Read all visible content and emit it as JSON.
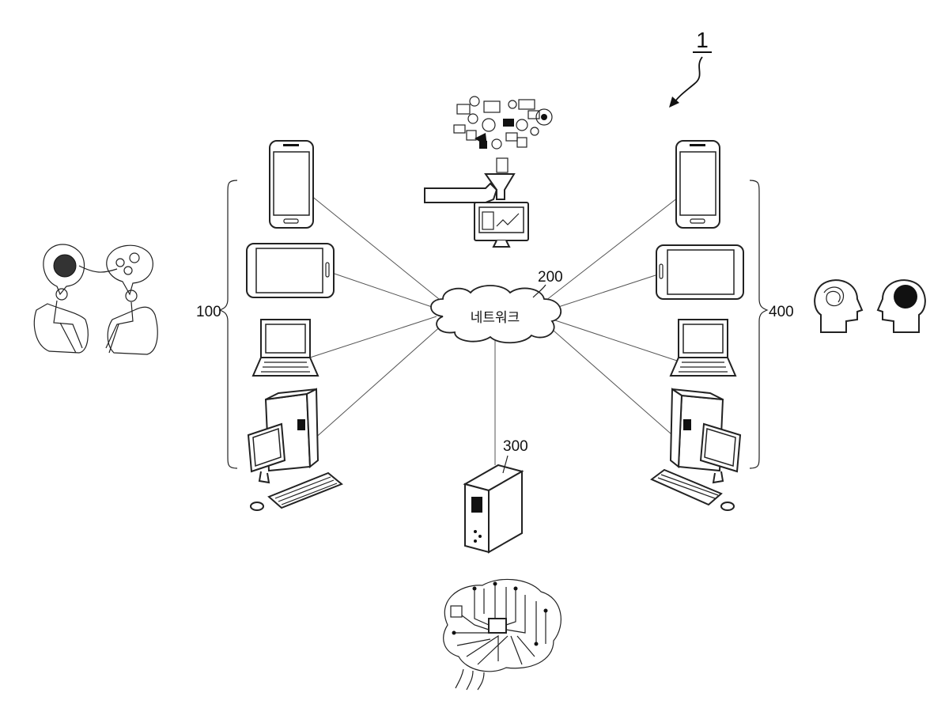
{
  "system_ref": "1",
  "network": {
    "ref": "200",
    "label": "네트워크"
  },
  "server": {
    "ref": "300"
  },
  "groups": {
    "left_ref": "100",
    "right_ref": "400"
  }
}
